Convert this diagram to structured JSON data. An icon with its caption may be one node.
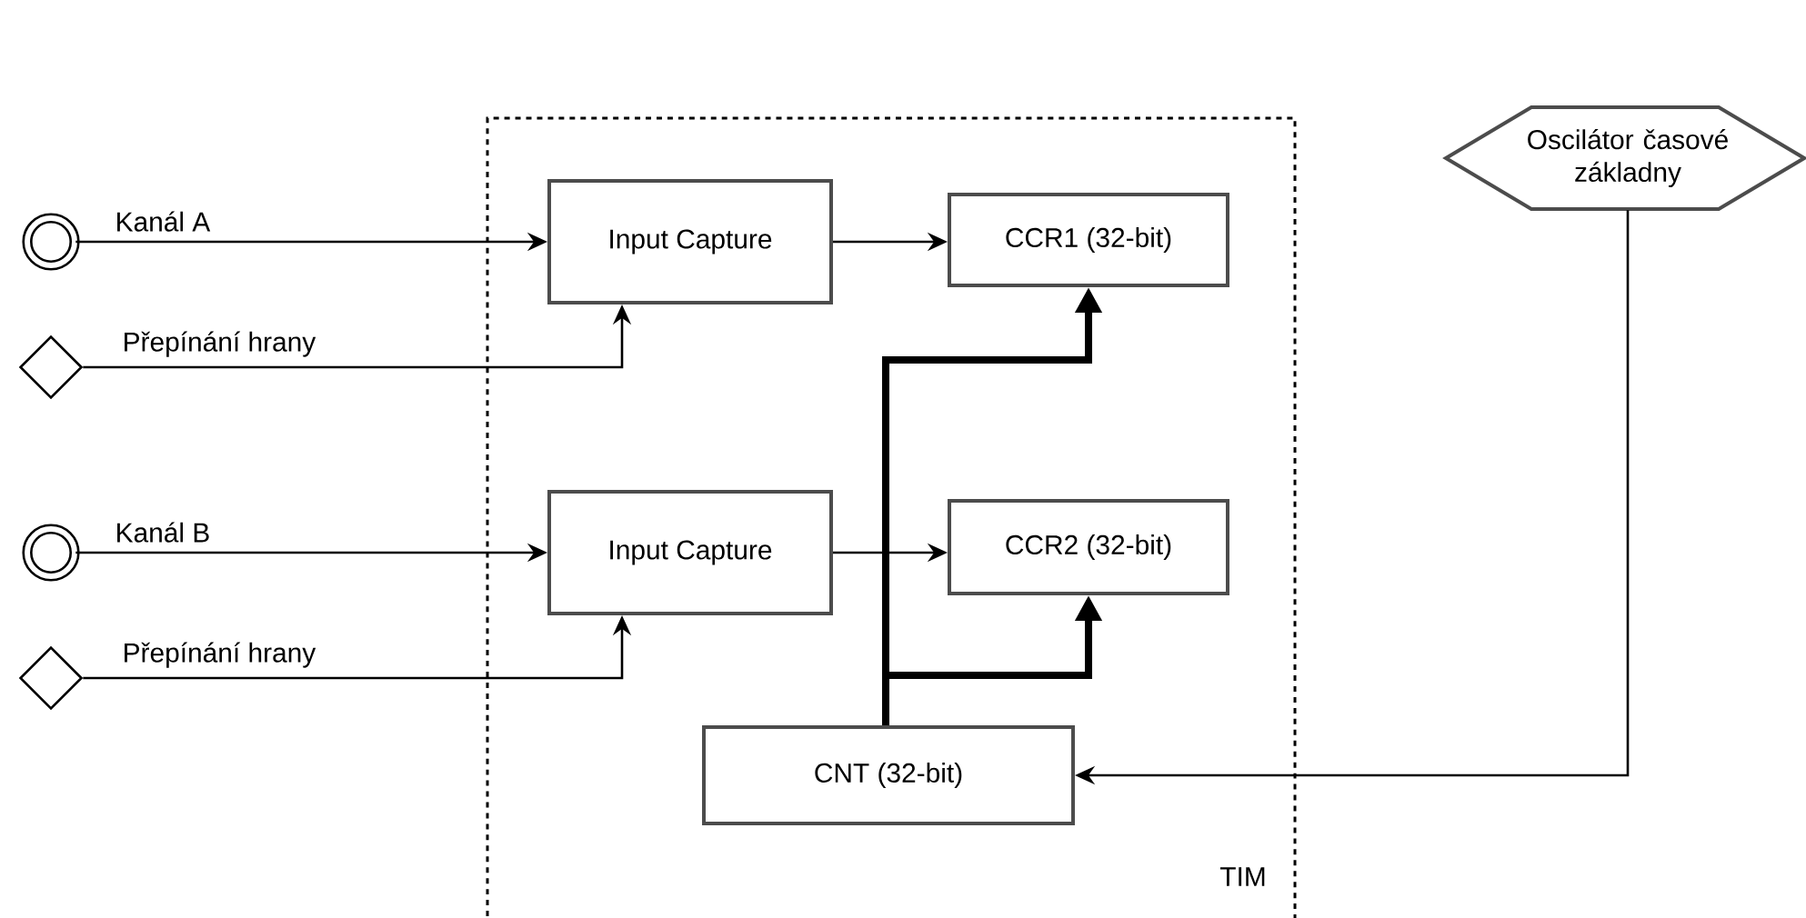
{
  "diagram": {
    "nodes": [
      {
        "text": [
          "TIM"
        ]
      },
      {
        "text": [
          "Input Capture"
        ],
        "in": 0
      },
      {
        "text": [
          "CCR1 (32-bit)"
        ],
        "in": 0
      },
      {
        "text": [
          "Input Capture"
        ],
        "in": 0
      },
      {
        "text": [
          "CCR2 (32-bit)"
        ],
        "in": 0
      },
      {
        "text": [
          "CNT (32-bit)"
        ],
        "in": 0
      },
      {
        "text": [
          "Oscilátor časové základny"
        ]
      },
      {
        "text": [],
        "shape": "circle"
      },
      {
        "text": [],
        "shape": "diamond"
      },
      {
        "text": [],
        "shape": "circle"
      },
      {
        "text": [],
        "shape": "diamond"
      }
    ],
    "edges": [
      {
        "from": 7,
        "to": 1,
        "arrow": "to",
        "label": "Kanál A"
      },
      {
        "from": 8,
        "to": 1,
        "arrow": "to",
        "label": "Přepínání hrany"
      },
      {
        "from": 1,
        "to": 2,
        "arrow": "to"
      },
      {
        "from": 9,
        "to": 3,
        "arrow": "to",
        "label": "Kanál B"
      },
      {
        "from": 10,
        "to": 3,
        "arrow": "to",
        "label": "Přepínání hrany"
      },
      {
        "from": 3,
        "to": 4,
        "arrow": "to"
      },
      {
        "from": 5,
        "to": 2,
        "arrow": "to",
        "style": "thick"
      },
      {
        "from": 5,
        "to": 4,
        "arrow": "to",
        "style": "thick"
      },
      {
        "from": 6,
        "to": 5,
        "arrow": "to"
      }
    ]
  }
}
